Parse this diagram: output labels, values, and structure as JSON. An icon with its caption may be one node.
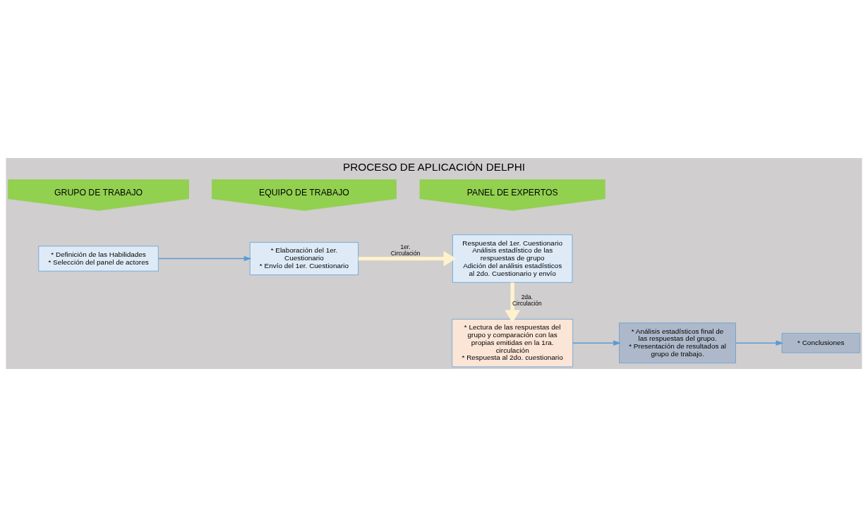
{
  "diagram": {
    "title": "PROCESO DE APLICACIÓN DELPHI",
    "nodes": [
      {
        "text": [
          "GRUPO DE TRABAJO"
        ]
      },
      {
        "text": [
          "EQUIPO DE TRABAJO"
        ]
      },
      {
        "text": [
          "PANEL DE EXPERTOS"
        ]
      },
      {
        "text": [
          "* Definición de las Habilidades",
          "* Selección del panel de actores"
        ]
      },
      {
        "text": [
          "* Elaboración del 1er. Cuestionario",
          "* Envío del 1er. Cuestionario"
        ]
      },
      {
        "text": [
          "Respuesta del 1er. Cuestionario",
          "Análisis estadístico de las respuestas de grupo",
          "Adición del análisis estadísticos al 2do. Cuestionario y envío"
        ]
      },
      {
        "text": [
          "* Lectura de las respuestas del grupo y comparación con las propias emitidas en la 1ra. circulación",
          "* Respuesta al 2do. cuestionario"
        ]
      },
      {
        "text": [
          "* Análisis estadísticos final de las respuestas del grupo.",
          "* Presentación de resultados al grupo de trabajo."
        ]
      },
      {
        "text": [
          "* Conclusiones"
        ]
      }
    ],
    "edges": [
      {
        "from": 3,
        "to": 4,
        "arrow": "to"
      },
      {
        "from": 4,
        "to": 5,
        "arrow": "to",
        "label": "1er. Circulación",
        "style": "thick",
        "color": "#fff2cc"
      },
      {
        "from": 5,
        "to": 6,
        "arrow": "to",
        "label": "2da. Circulación",
        "style": "thick",
        "color": "#fff2cc"
      },
      {
        "from": 6,
        "to": 7,
        "arrow": "to"
      },
      {
        "from": 7,
        "to": 8,
        "arrow": "to"
      }
    ]
  }
}
